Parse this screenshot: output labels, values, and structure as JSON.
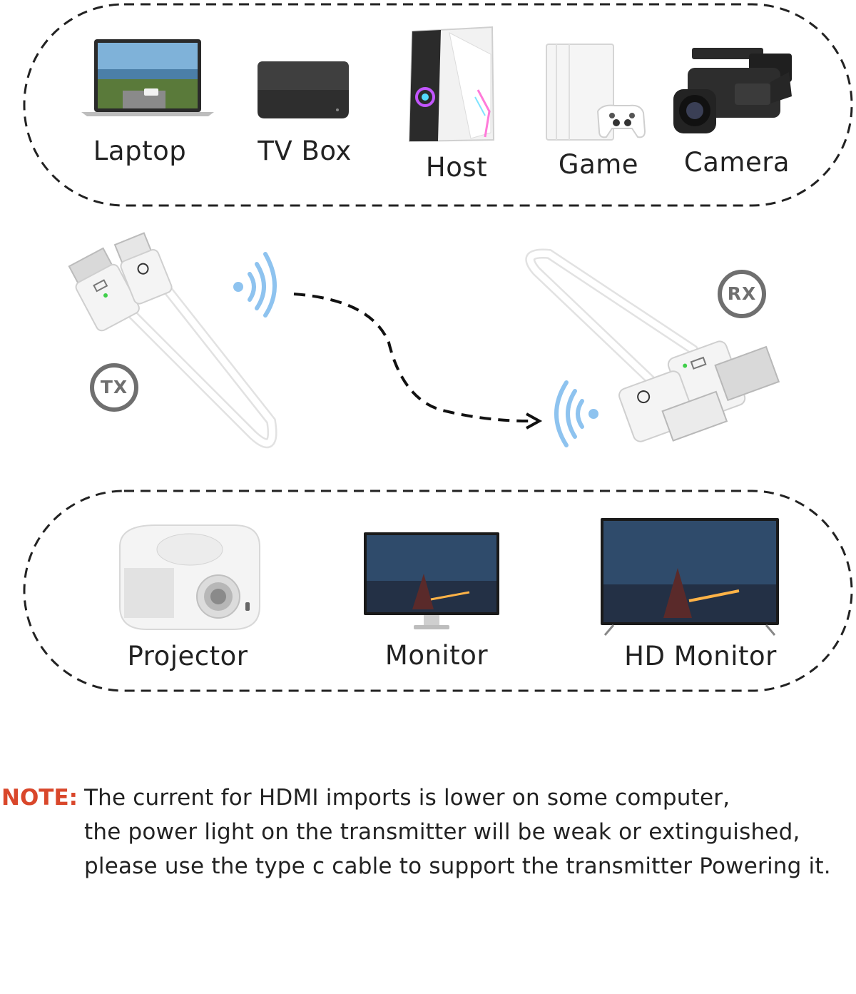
{
  "sources": {
    "items": [
      {
        "label": "Laptop",
        "icon": "laptop-icon"
      },
      {
        "label": "TV Box",
        "icon": "tv-box-icon"
      },
      {
        "label": "Host",
        "icon": "desktop-host-icon"
      },
      {
        "label": "Game",
        "icon": "game-console-icon"
      },
      {
        "label": "Camera",
        "icon": "camera-icon"
      }
    ]
  },
  "link": {
    "tx_label": "TX",
    "rx_label": "RX"
  },
  "displays": {
    "items": [
      {
        "label": "Projector",
        "icon": "projector-icon"
      },
      {
        "label": "Monitor",
        "icon": "monitor-icon"
      },
      {
        "label": "HD Monitor",
        "icon": "hd-monitor-icon"
      }
    ]
  },
  "note": {
    "heading": "NOTE:",
    "lines": [
      "The current for HDMI imports is lower on some computer,",
      "the power light on the transmitter will be weak or extinguished,",
      "please use the type c cable to support the transmitter Powering it."
    ]
  },
  "colors": {
    "note_heading": "#d9472b",
    "signal": "#8ec3ef",
    "badge": "#6f6f6f",
    "led": "#3fcf4a"
  }
}
